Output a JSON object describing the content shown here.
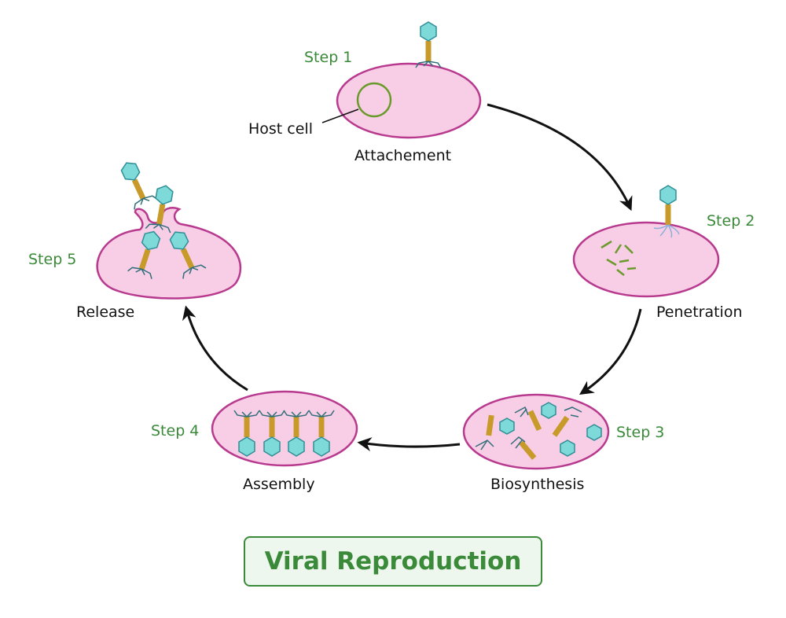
{
  "diagram": {
    "title": "Viral Reproduction",
    "host_cell_label": "Host cell",
    "steps": [
      {
        "step": "Step 1",
        "label": "Attachement"
      },
      {
        "step": "Step 2",
        "label": "Penetration"
      },
      {
        "step": "Step 3",
        "label": "Biosynthesis"
      },
      {
        "step": "Step 4",
        "label": "Assembly"
      },
      {
        "step": "Step 5",
        "label": "Release"
      }
    ]
  },
  "colors": {
    "step_text": "#3a8a3a",
    "cell_fill": "#f8cde6",
    "cell_stroke": "#b83a8e",
    "phage_head": "#7ed9d9",
    "phage_tail": "#c89a2a",
    "phage_legs": "#2f6f7a",
    "dna": "#6a9a2a"
  }
}
